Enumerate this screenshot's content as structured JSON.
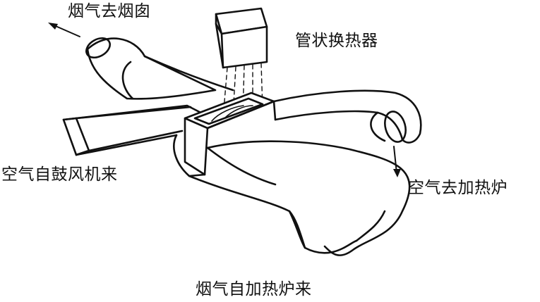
{
  "labels": {
    "flue_gas_to_chimney": "烟气去烟囱",
    "tubular_heat_exchanger": "管状换热器",
    "air_from_blower": "空气自鼓风机来",
    "air_to_heating_furnace": "空气去加热炉",
    "flue_gas_from_heating_furnace": "烟气自加热炉来"
  },
  "colors": {
    "line": "#111111",
    "background": "#ffffff"
  }
}
